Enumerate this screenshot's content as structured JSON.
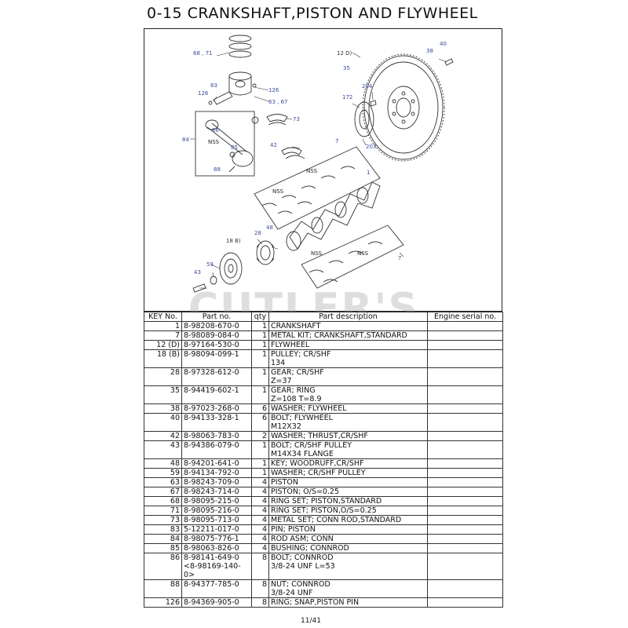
{
  "page": {
    "title": "0-15   CRANKSHAFT,PISTON AND FLYWHEEL",
    "watermark": "CUTLER'S",
    "page_number": "11/41"
  },
  "diagram": {
    "callouts": {
      "c68_71": "68 , 71",
      "c126a": "126",
      "c83": "83",
      "c126b": "126",
      "c63_67": "63 , 67",
      "c73": "73",
      "c86": "86",
      "c84": "84",
      "c85": "85",
      "c88": "88",
      "c42": "42",
      "c7a": "7",
      "c12d": "12 D)",
      "c35": "35",
      "c38": "38",
      "c40": "40",
      "c204": "204",
      "c172": "172",
      "c203": "203",
      "c1": "1",
      "c18b": "18 B)",
      "c28": "28",
      "c48": "48",
      "c59": "59",
      "c43": "43",
      "c7b": "7",
      "nss": "NSS"
    }
  },
  "table": {
    "headers": {
      "key": "KEY No.",
      "part": "Part no.",
      "qty": "qty",
      "desc": "Part description",
      "serial": "Engine serial no."
    },
    "rows": [
      {
        "key": "1",
        "part": [
          "8-98208-670-0"
        ],
        "qty": "1",
        "desc": [
          "CRANKSHAFT"
        ]
      },
      {
        "key": "7",
        "part": [
          "8-98089-084-0"
        ],
        "qty": "1",
        "desc": [
          "METAL KIT; CRANKSHAFT,STANDARD"
        ]
      },
      {
        "key": "12 (D)",
        "part": [
          "8-97164-530-0"
        ],
        "qty": "1",
        "desc": [
          "FLYWHEEL"
        ]
      },
      {
        "key": "18 (B)",
        "part": [
          "8-98094-099-1"
        ],
        "qty": "1",
        "desc": [
          "PULLEY; CR/SHF",
          "134"
        ]
      },
      {
        "key": "28",
        "part": [
          "8-97328-612-0"
        ],
        "qty": "1",
        "desc": [
          "GEAR; CR/SHF",
          "Z=37"
        ]
      },
      {
        "key": "35",
        "part": [
          "8-94419-602-1"
        ],
        "qty": "1",
        "desc": [
          "GEAR; RING",
          "Z=108 T=8.9"
        ]
      },
      {
        "key": "38",
        "part": [
          "8-97023-268-0"
        ],
        "qty": "6",
        "desc": [
          "WASHER; FLYWHEEL"
        ]
      },
      {
        "key": "40",
        "part": [
          "8-94133-328-1"
        ],
        "qty": "6",
        "desc": [
          "BOLT; FLYWHEEL",
          "M12X32"
        ]
      },
      {
        "key": "42",
        "part": [
          "8-98063-783-0"
        ],
        "qty": "2",
        "desc": [
          "WASHER; THRUST,CR/SHF"
        ]
      },
      {
        "key": "43",
        "part": [
          "8-94386-079-0"
        ],
        "qty": "1",
        "desc": [
          "BOLT; CR/SHF PULLEY",
          "M14X34 FLANGE"
        ]
      },
      {
        "key": "48",
        "part": [
          "8-94201-641-0"
        ],
        "qty": "1",
        "desc": [
          "KEY; WOODRUFF,CR/SHF"
        ]
      },
      {
        "key": "59",
        "part": [
          "8-94134-792-0"
        ],
        "qty": "1",
        "desc": [
          "WASHER; CR/SHF PULLEY"
        ]
      },
      {
        "key": "63",
        "part": [
          "8-98243-709-0"
        ],
        "qty": "4",
        "desc": [
          "PISTON"
        ]
      },
      {
        "key": "67",
        "part": [
          "8-98243-714-0"
        ],
        "qty": "4",
        "desc": [
          "PISTON; O/S=0.25"
        ]
      },
      {
        "key": "68",
        "part": [
          "8-98095-215-0"
        ],
        "qty": "4",
        "desc": [
          "RING SET; PISTON,STANDARD"
        ]
      },
      {
        "key": "71",
        "part": [
          "8-98095-216-0"
        ],
        "qty": "4",
        "desc": [
          "RING SET; PISTON,O/S=0.25"
        ]
      },
      {
        "key": "73",
        "part": [
          "8-98095-713-0"
        ],
        "qty": "4",
        "desc": [
          "METAL SET; CONN ROD,STANDARD"
        ]
      },
      {
        "key": "83",
        "part": [
          "5-12211-017-0"
        ],
        "qty": "4",
        "desc": [
          "PIN; PISTON"
        ]
      },
      {
        "key": "84",
        "part": [
          "8-98075-776-1"
        ],
        "qty": "4",
        "desc": [
          "ROD ASM; CONN"
        ]
      },
      {
        "key": "85",
        "part": [
          "8-98063-826-0"
        ],
        "qty": "4",
        "desc": [
          "BUSHING; CONNROD"
        ]
      },
      {
        "key": "86",
        "part": [
          "8-98141-649-0",
          "<8-98169-140-0>"
        ],
        "qty": "8",
        "desc": [
          "BOLT; CONNROD",
          "3/8-24 UNF L=53"
        ]
      },
      {
        "key": "88",
        "part": [
          "8-94377-785-0"
        ],
        "qty": "8",
        "desc": [
          "NUT; CONNROD",
          "3/8-24 UNF"
        ]
      },
      {
        "key": "126",
        "part": [
          "8-94369-905-0"
        ],
        "qty": "8",
        "desc": [
          "RING; SNAP,PISTON PIN"
        ]
      }
    ]
  }
}
